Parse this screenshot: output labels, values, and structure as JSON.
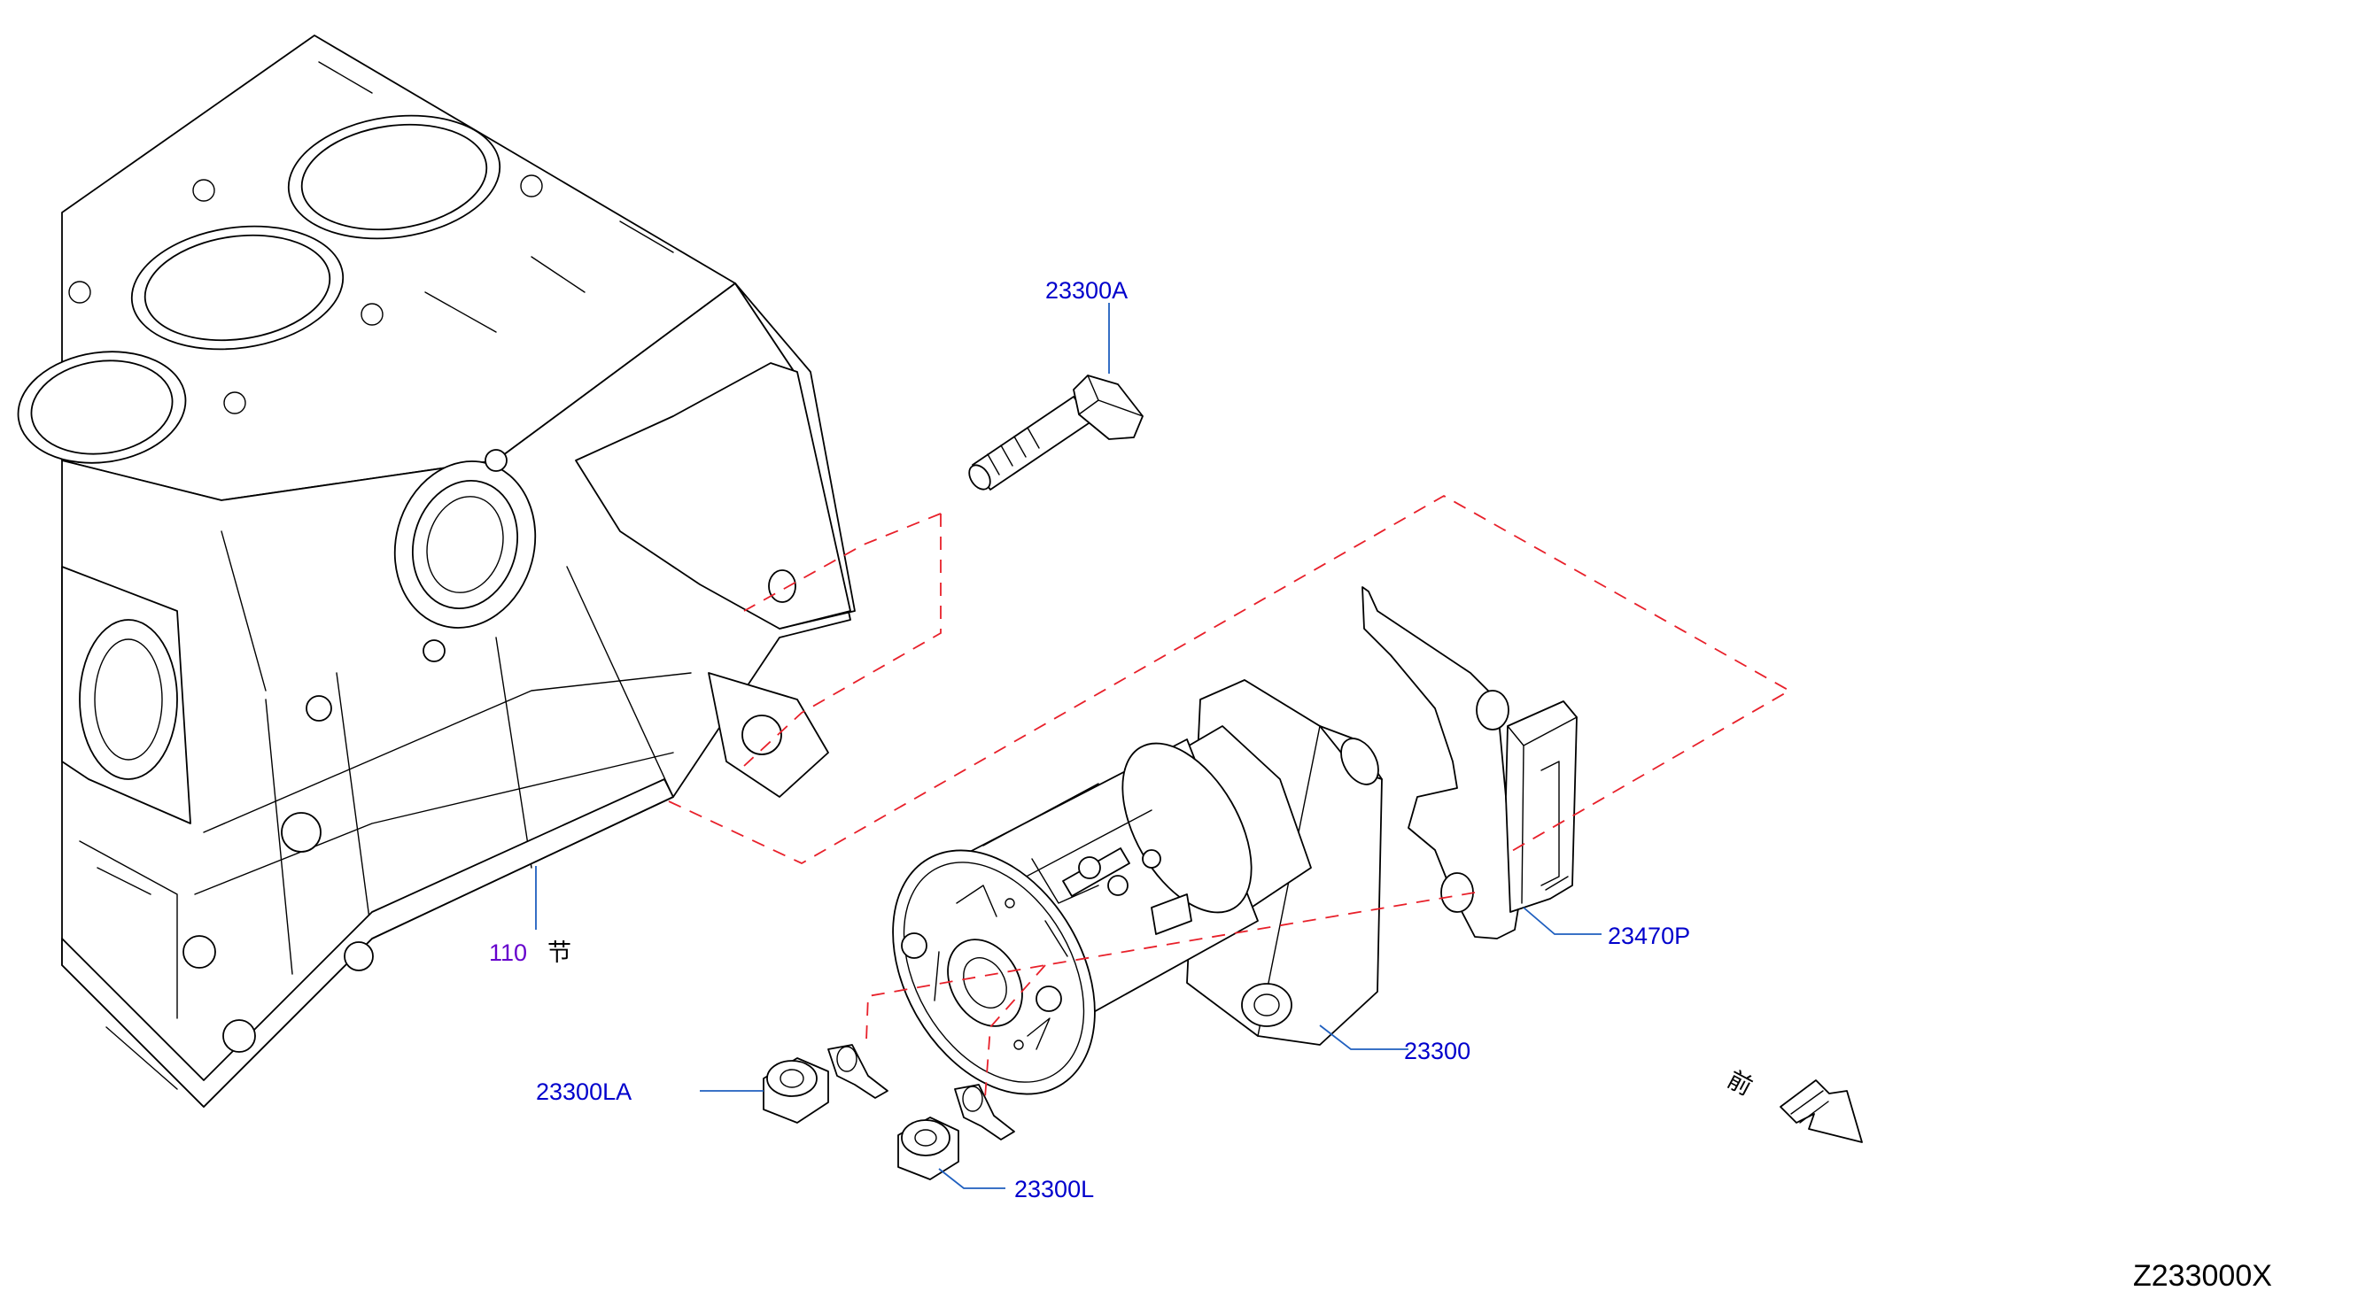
{
  "colors": {
    "line": "#000000",
    "callout_text": "#0000cc",
    "section_ref": "#6600cc",
    "leader": "#1f5fbf",
    "assembly_dash": "#e8202a"
  },
  "callouts": {
    "bolt": "23300A",
    "starter_motor": "23300",
    "gasket_plate": "23470P",
    "nut_upper": "23300LA",
    "nut_lower": "23300L",
    "cylinder_block_ref": "110",
    "cylinder_block_ref_suffix": "节"
  },
  "direction": {
    "label": "前",
    "icon": "front-direction-arrow-icon"
  },
  "figure_code": "Z233000X"
}
